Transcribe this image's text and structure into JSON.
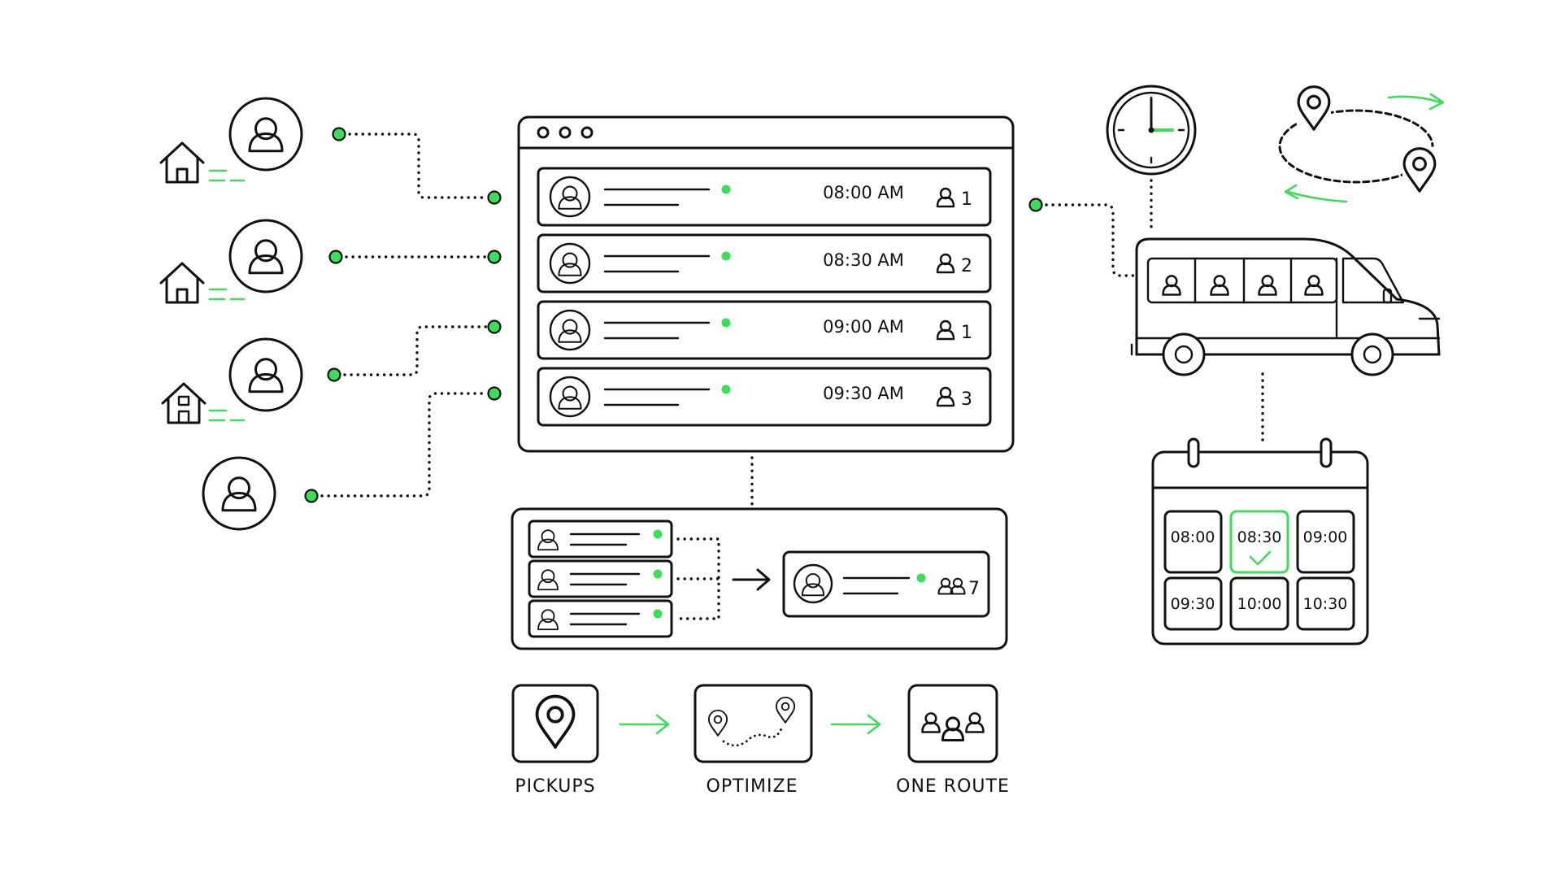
{
  "schedule": {
    "rows": [
      {
        "time": "08:00 AM",
        "passengers": "1"
      },
      {
        "time": "08:30 AM",
        "passengers": "2"
      },
      {
        "time": "09:00 AM",
        "passengers": "1"
      },
      {
        "time": "09:30 AM",
        "passengers": "3"
      }
    ]
  },
  "merge": {
    "combined_count": "7"
  },
  "calendar": {
    "slots": [
      "08:00",
      "08:30",
      "09:00",
      "09:30",
      "10:00",
      "10:30"
    ],
    "selected": "08:30"
  },
  "steps": [
    {
      "label": "PICKUPS",
      "icon": "location-pin-icon"
    },
    {
      "label": "OPTIMIZE",
      "icon": "route-icon"
    },
    {
      "label": "ONE ROUTE",
      "icon": "group-icon"
    }
  ],
  "colors": {
    "accent": "#3ddc5a",
    "ink": "#111111",
    "background": "#ffffff"
  }
}
